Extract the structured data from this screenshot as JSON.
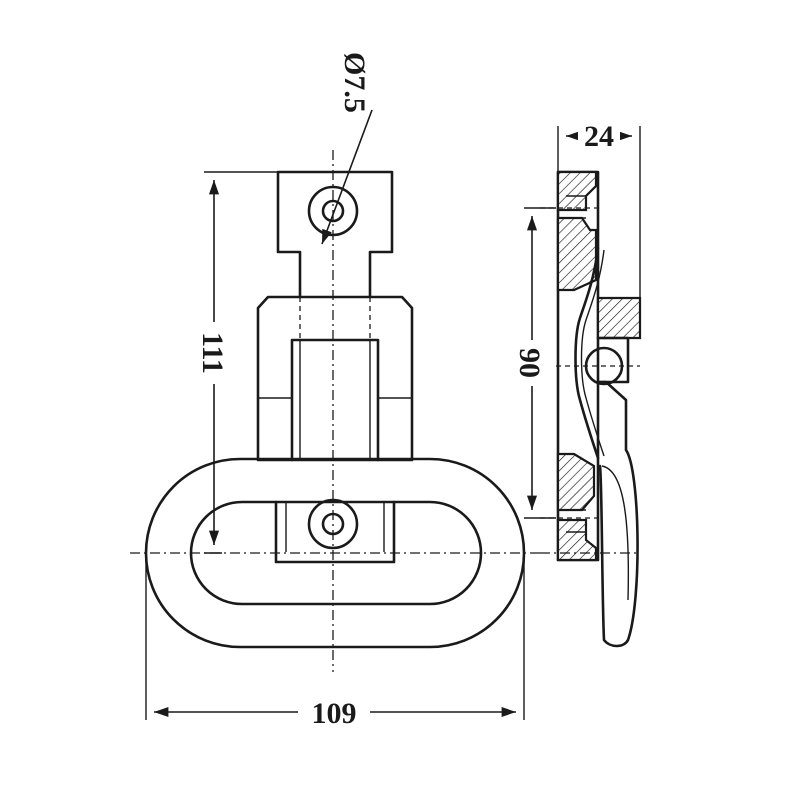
{
  "drawing": {
    "dimensions": {
      "hole_diameter": "Ø7.5",
      "overall_height": "111",
      "overall_width": "109",
      "thickness": "24",
      "hole_spacing": "90"
    },
    "colors": {
      "line": "#1a1a1a",
      "background": "#ffffff"
    }
  }
}
